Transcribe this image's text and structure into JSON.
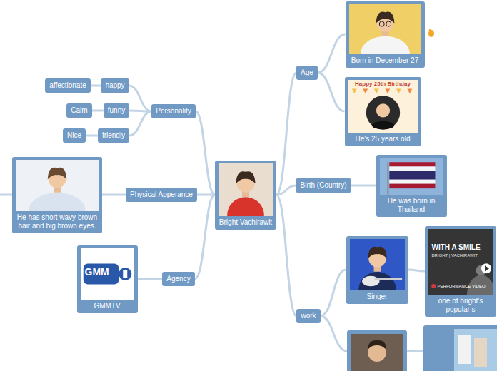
{
  "diagram": {
    "nodes": [
      {
        "text": [
          "Bright Vachirawit"
        ]
      },
      {
        "text": [
          "Personality"
        ]
      },
      {
        "text": [
          "happy"
        ]
      },
      {
        "text": [
          "affectionate"
        ]
      },
      {
        "text": [
          "funny"
        ]
      },
      {
        "text": [
          "Calm"
        ]
      },
      {
        "text": [
          "friendly"
        ]
      },
      {
        "text": [
          "Nice"
        ]
      },
      {
        "text": [
          "Physical Apperance"
        ]
      },
      {
        "text": [
          "He has short wavy brown hair and big brown eyes."
        ]
      },
      {
        "text": [
          "Agency"
        ]
      },
      {
        "text": [
          "GMMTV"
        ]
      },
      {
        "text": [
          "Age"
        ]
      },
      {
        "text": [
          "Born in December 27"
        ]
      },
      {
        "text": [
          "He's 25 years old"
        ]
      },
      {
        "text": [
          "Birth (Country)"
        ]
      },
      {
        "text": [
          "He was born in Thailand"
        ]
      },
      {
        "text": [
          "work"
        ]
      },
      {
        "text": [
          "Singer"
        ]
      },
      {
        "text": [
          "one of bright's popular s"
        ]
      }
    ],
    "edges": [
      {
        "from": 0,
        "to": 1,
        "arrow": "none"
      },
      {
        "from": 1,
        "to": 2,
        "arrow": "none"
      },
      {
        "from": 2,
        "to": 3,
        "arrow": "none"
      },
      {
        "from": 1,
        "to": 4,
        "arrow": "none"
      },
      {
        "from": 4,
        "to": 5,
        "arrow": "none"
      },
      {
        "from": 1,
        "to": 6,
        "arrow": "none"
      },
      {
        "from": 6,
        "to": 7,
        "arrow": "none"
      },
      {
        "from": 0,
        "to": 8,
        "arrow": "none"
      },
      {
        "from": 8,
        "to": 9,
        "arrow": "none"
      },
      {
        "from": 0,
        "to": 10,
        "arrow": "none"
      },
      {
        "from": 10,
        "to": 11,
        "arrow": "none"
      },
      {
        "from": 0,
        "to": 12,
        "arrow": "none"
      },
      {
        "from": 12,
        "to": 13,
        "arrow": "none"
      },
      {
        "from": 12,
        "to": 14,
        "arrow": "none"
      },
      {
        "from": 0,
        "to": 15,
        "arrow": "none"
      },
      {
        "from": 15,
        "to": 16,
        "arrow": "none"
      },
      {
        "from": 0,
        "to": 17,
        "arrow": "none"
      },
      {
        "from": 17,
        "to": 18,
        "arrow": "none"
      },
      {
        "from": 18,
        "to": 19,
        "arrow": "none"
      }
    ],
    "labels": [
      "Happy 25th Birthday",
      "GMM",
      "WITH A SMILE",
      "BRIGHT | VACHIRAWIT",
      "PERFORMANCE VIDEO"
    ]
  }
}
